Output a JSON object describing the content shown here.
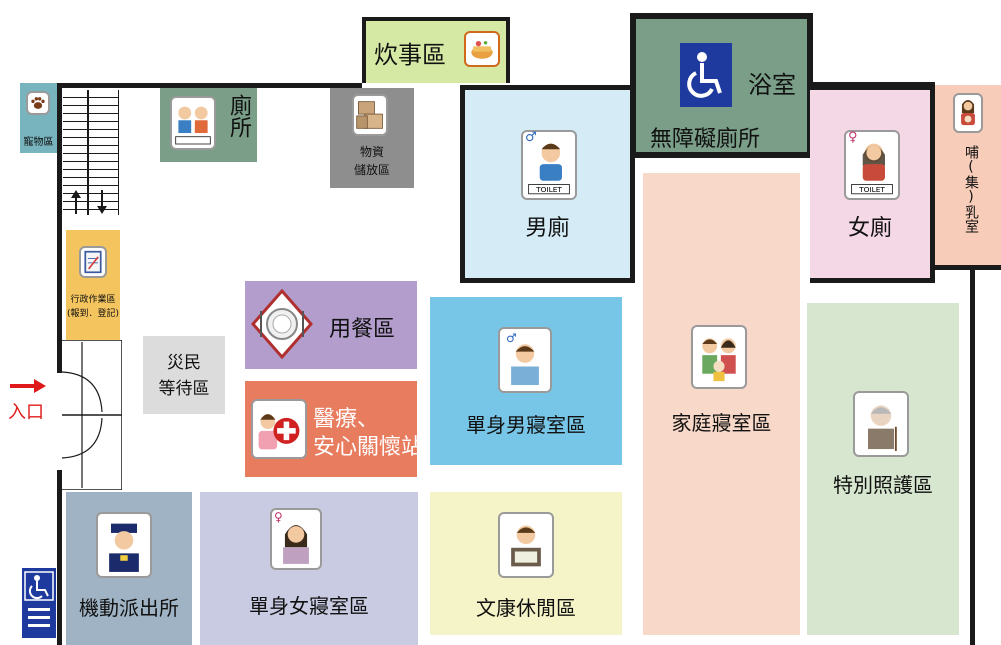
{
  "map": {
    "entrance": "入口",
    "kitchen": "炊事區",
    "accessible": {
      "bath": "浴室",
      "toilet": "無障礙廁所"
    },
    "pet": "寵物區",
    "toilet_small": "廁所",
    "storage": [
      "物資",
      "儲放區"
    ],
    "mens_toilet": "男廁",
    "womens_toilet": "女廁",
    "nursing": "哺(集)乳室",
    "admin": [
      "行政作業區",
      "(報到．登記)"
    ],
    "waiting": [
      "災民",
      "等待區"
    ],
    "dining": "用餐區",
    "medical": [
      "醫療、",
      "安心關懷站"
    ],
    "single_male": "單身男寢室區",
    "family": "家庭寢室區",
    "special_care": "特別照護區",
    "police": "機動派出所",
    "single_female": "單身女寢室區",
    "recreation": "文康休閒區",
    "toilet_tag": "TOILET",
    "male_symbol": "♂",
    "female_symbol": "♀"
  },
  "colors": {
    "kitchen": "#d5e8a4",
    "accessible": "#7a9e88",
    "pet": "#77b4bd",
    "toilet_small": "#7a9e88",
    "storage": "#8e8e8e",
    "mens_toilet": "#d5ecf6",
    "womens_toilet": "#f5d8e6",
    "nursing": "#f7cdb9",
    "admin": "#f4c55f",
    "waiting": "#dcdcdc",
    "dining": "#b29dcc",
    "medical": "#e87c5f",
    "single_male": "#77c6e8",
    "family": "#f8d8c8",
    "special_care": "#d6e6cf",
    "police": "#9fb3c4",
    "single_female": "#c8cbe1",
    "recreation": "#f5f4c8"
  }
}
